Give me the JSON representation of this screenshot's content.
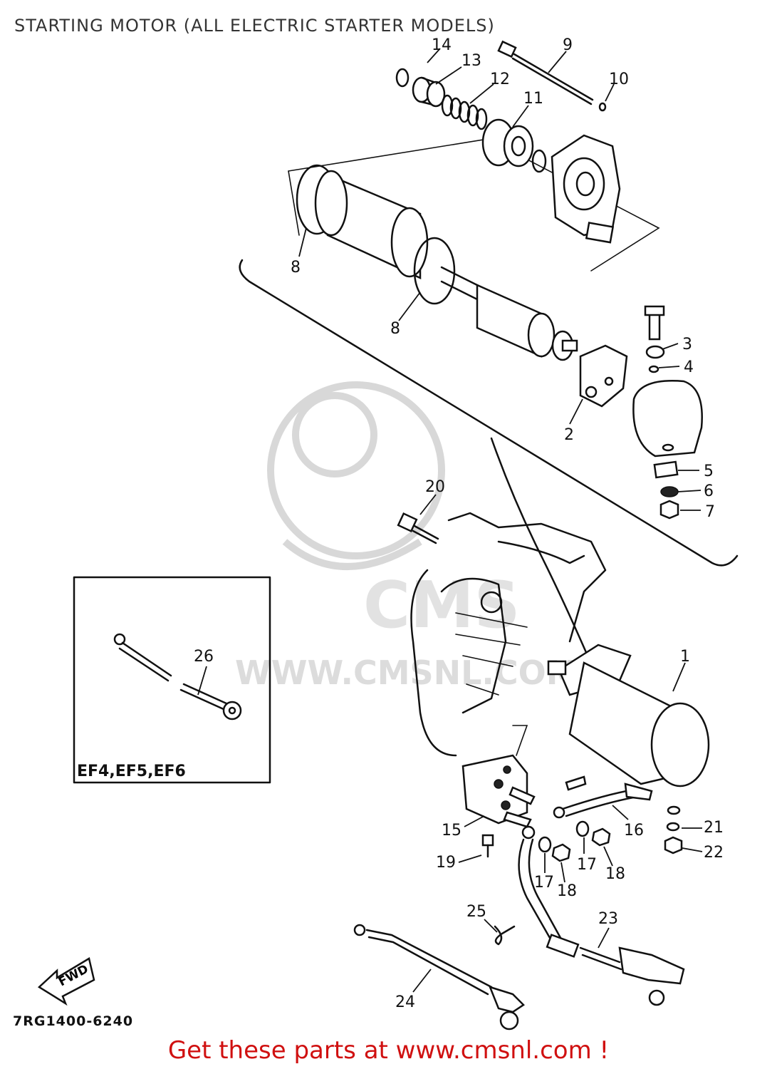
{
  "diagram": {
    "title": "STARTING MOTOR (ALL ELECTRIC STARTER MODELS)",
    "code": "7RG1400-6240",
    "inset_label": "EF4,EF5,EF6",
    "fwd_label": "FWD",
    "watermark": "WWW.CMSNL.COM",
    "promo": "Get these parts at www.cmsnl.com !",
    "callouts": [
      {
        "id": "c1",
        "text": "1"
      },
      {
        "id": "c2",
        "text": "2"
      },
      {
        "id": "c3",
        "text": "3"
      },
      {
        "id": "c4",
        "text": "4"
      },
      {
        "id": "c5",
        "text": "5"
      },
      {
        "id": "c6",
        "text": "6"
      },
      {
        "id": "c7",
        "text": "7"
      },
      {
        "id": "c8a",
        "text": "8"
      },
      {
        "id": "c8b",
        "text": "8"
      },
      {
        "id": "c9",
        "text": "9"
      },
      {
        "id": "c10",
        "text": "10"
      },
      {
        "id": "c11",
        "text": "11"
      },
      {
        "id": "c12",
        "text": "12"
      },
      {
        "id": "c13",
        "text": "13"
      },
      {
        "id": "c14",
        "text": "14"
      },
      {
        "id": "c15",
        "text": "15"
      },
      {
        "id": "c16",
        "text": "16"
      },
      {
        "id": "c17a",
        "text": "17"
      },
      {
        "id": "c17b",
        "text": "17"
      },
      {
        "id": "c18a",
        "text": "18"
      },
      {
        "id": "c18b",
        "text": "18"
      },
      {
        "id": "c19",
        "text": "19"
      },
      {
        "id": "c20",
        "text": "20"
      },
      {
        "id": "c21",
        "text": "21"
      },
      {
        "id": "c22",
        "text": "22"
      },
      {
        "id": "c23",
        "text": "23"
      },
      {
        "id": "c24",
        "text": "24"
      },
      {
        "id": "c25",
        "text": "25"
      },
      {
        "id": "c26",
        "text": "26"
      }
    ]
  }
}
